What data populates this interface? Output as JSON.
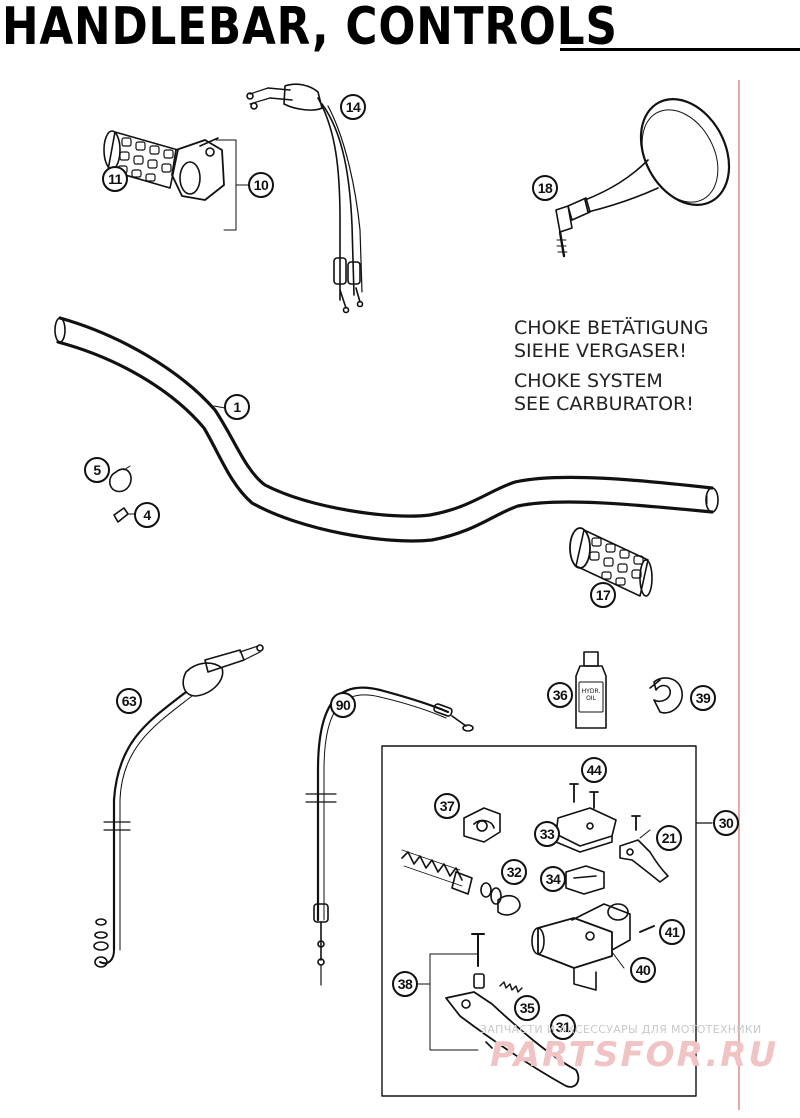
{
  "title": "HANDLEBAR, CONTROLS",
  "notes": [
    "CHOKE BETÄTIGUNG",
    "SIEHE VERGASER!",
    "CHOKE SYSTEM",
    "SEE CARBURATOR!"
  ],
  "callouts": {
    "c1": "1",
    "c4": "4",
    "c5": "5",
    "c10": "10",
    "c11": "11",
    "c14": "14",
    "c17": "17",
    "c18": "18",
    "c21": "21",
    "c30": "30",
    "c31": "31",
    "c32": "32",
    "c33": "33",
    "c34": "34",
    "c35": "35",
    "c36": "36",
    "c37": "37",
    "c38": "38",
    "c39": "39",
    "c40": "40",
    "c41": "41",
    "c44": "44",
    "c63": "63",
    "c90": "90"
  },
  "bottle_label": "HYDR. OIL",
  "watermark": {
    "line1": "ЗАПЧАСТИ И АКСЕССУАРЫ ДЛЯ МОТОТЕХНИКИ",
    "line2": "PARTSFOR.RU"
  },
  "colors": {
    "ink": "#111111",
    "margin_rule": "#e6a8a8",
    "watermark_red": "#f0c4c4"
  }
}
